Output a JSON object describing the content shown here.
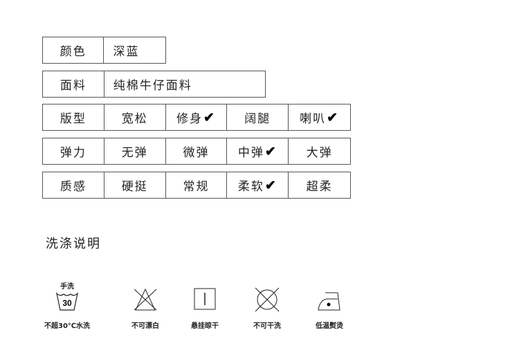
{
  "color_row": {
    "label": "颜色",
    "value": "深蓝"
  },
  "fabric_row": {
    "label": "面料",
    "value": "纯棉牛仔面料"
  },
  "attribute_rows": [
    {
      "label": "版型",
      "options": [
        {
          "text": "宽松",
          "checked": false
        },
        {
          "text": "修身",
          "checked": true
        },
        {
          "text": "阔腿",
          "checked": false
        },
        {
          "text": "喇叭",
          "checked": true
        }
      ]
    },
    {
      "label": "弹力",
      "options": [
        {
          "text": "无弹",
          "checked": false
        },
        {
          "text": "微弹",
          "checked": false
        },
        {
          "text": "中弹",
          "checked": true
        },
        {
          "text": "大弹",
          "checked": false
        }
      ]
    },
    {
      "label": "质感",
      "options": [
        {
          "text": "硬挺",
          "checked": false
        },
        {
          "text": "常规",
          "checked": false
        },
        {
          "text": "柔软",
          "checked": true
        },
        {
          "text": "超柔",
          "checked": false
        }
      ]
    }
  ],
  "wash_title": "洗涤说明",
  "care": {
    "hand_wash_top": "手洗",
    "temp": "30",
    "items": [
      "不超30℃水洗",
      "不可漂白",
      "悬挂晾干",
      "不可干洗",
      "低温熨烫"
    ]
  }
}
